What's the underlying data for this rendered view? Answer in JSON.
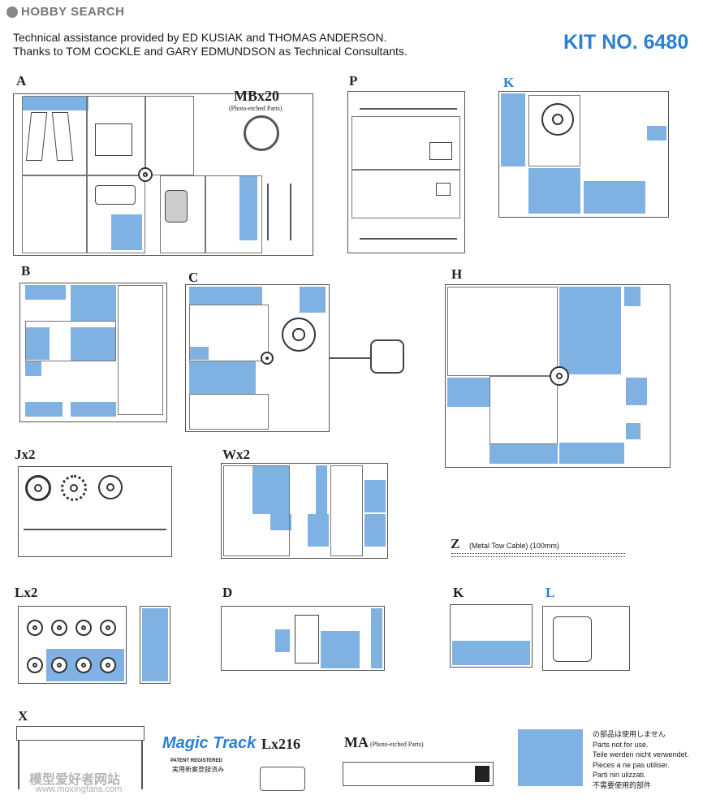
{
  "header": {
    "logo_text": "HOBBY SEARCH",
    "credit_line1": "Technical assistance provided by ED KUSIAK and THOMAS ANDERSON.",
    "credit_line2": "Thanks to TOM COCKLE and GARY EDMUNDSON as Technical Consultants.",
    "kit_number": "KIT NO. 6480"
  },
  "sprues": {
    "A": "A",
    "MB": "MBx20",
    "MB_note": "(Photo-etched Parts)",
    "P": "P",
    "K_top": "K",
    "B": "B",
    "C": "C",
    "H": "H",
    "J": "Jx2",
    "W": "Wx2",
    "Z": "Z",
    "Z_note": "(Metal Tow Cable) (100mm)",
    "L2": "Lx2",
    "D": "D",
    "K_bottom": "K",
    "L": "L",
    "X": "X",
    "Lx216": "Lx216",
    "MA": "MA",
    "MA_note": "(Photo-etched Parts)"
  },
  "magic_track": {
    "logo": "Magic Track",
    "patent": "PATENT REGISTERED",
    "patent_jp": "実用新案登録済み"
  },
  "legend": {
    "lines": [
      "の部品は使用しません",
      "Parts not for use.",
      "Teile werden nicht verwendet.",
      "Pieces a ne pas utiliser.",
      "Parti nin ulizzati.",
      "不需要使用的部件"
    ],
    "color": "#7fb2e3"
  },
  "watermark": "www.moxingfans.com",
  "watermark_cn": "模型爱好者网站"
}
